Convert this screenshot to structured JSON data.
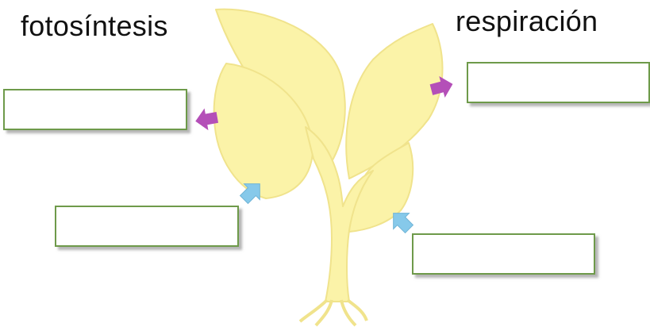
{
  "labels": {
    "left_title": "fotosíntesis",
    "right_title": "respiración"
  },
  "answer_boxes": [
    {
      "id": "box-1",
      "value": ""
    },
    {
      "id": "box-2",
      "value": ""
    },
    {
      "id": "box-3",
      "value": ""
    },
    {
      "id": "box-4",
      "value": ""
    }
  ],
  "colors": {
    "plant_fill": "#fbf3a8",
    "plant_stroke": "#f0e38c",
    "arrow_out": "#b44fb8",
    "arrow_in": "#86c9ea",
    "box_border": "#6e9a4a"
  },
  "arrows": [
    {
      "name": "arrow-out-left",
      "direction": "out",
      "color_key": "arrow_out"
    },
    {
      "name": "arrow-out-right",
      "direction": "out",
      "color_key": "arrow_out"
    },
    {
      "name": "arrow-in-left",
      "direction": "in",
      "color_key": "arrow_in"
    },
    {
      "name": "arrow-in-right",
      "direction": "in",
      "color_key": "arrow_in"
    }
  ]
}
